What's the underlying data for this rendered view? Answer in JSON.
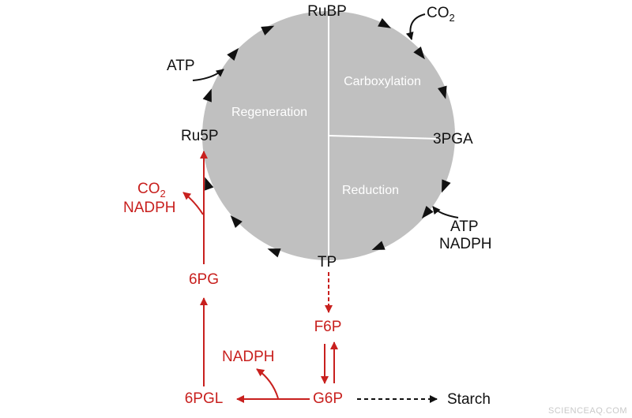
{
  "colors": {
    "circle_fill": "#c0c0c0",
    "pathway_red": "#c8201e",
    "text_dark": "#111111",
    "divider": "#ffffff"
  },
  "calvin_cycle": {
    "nodes": {
      "rubp": "RuBP",
      "pga3": "3PGA",
      "tp": "TP",
      "ru5p": "Ru5P"
    },
    "phases": {
      "carboxylation": "Carboxylation",
      "reduction": "Reduction",
      "regeneration": "Regeneration"
    },
    "inputs": {
      "co2": {
        "base": "CO",
        "sub": "2"
      },
      "atp_regen": "ATP",
      "atp_reduction": "ATP",
      "nadph_reduction": "NADPH"
    }
  },
  "oxidative_ppp": {
    "f6p": "F6P",
    "g6p": "G6P",
    "pgl6": "6PGL",
    "pg6": "6PG",
    "nadph_out": "NADPH",
    "co2_out": {
      "base": "CO",
      "sub": "2"
    },
    "nadph_out2": "NADPH",
    "starch": "Starch"
  },
  "watermark": "SCIENCEAQ.COM"
}
